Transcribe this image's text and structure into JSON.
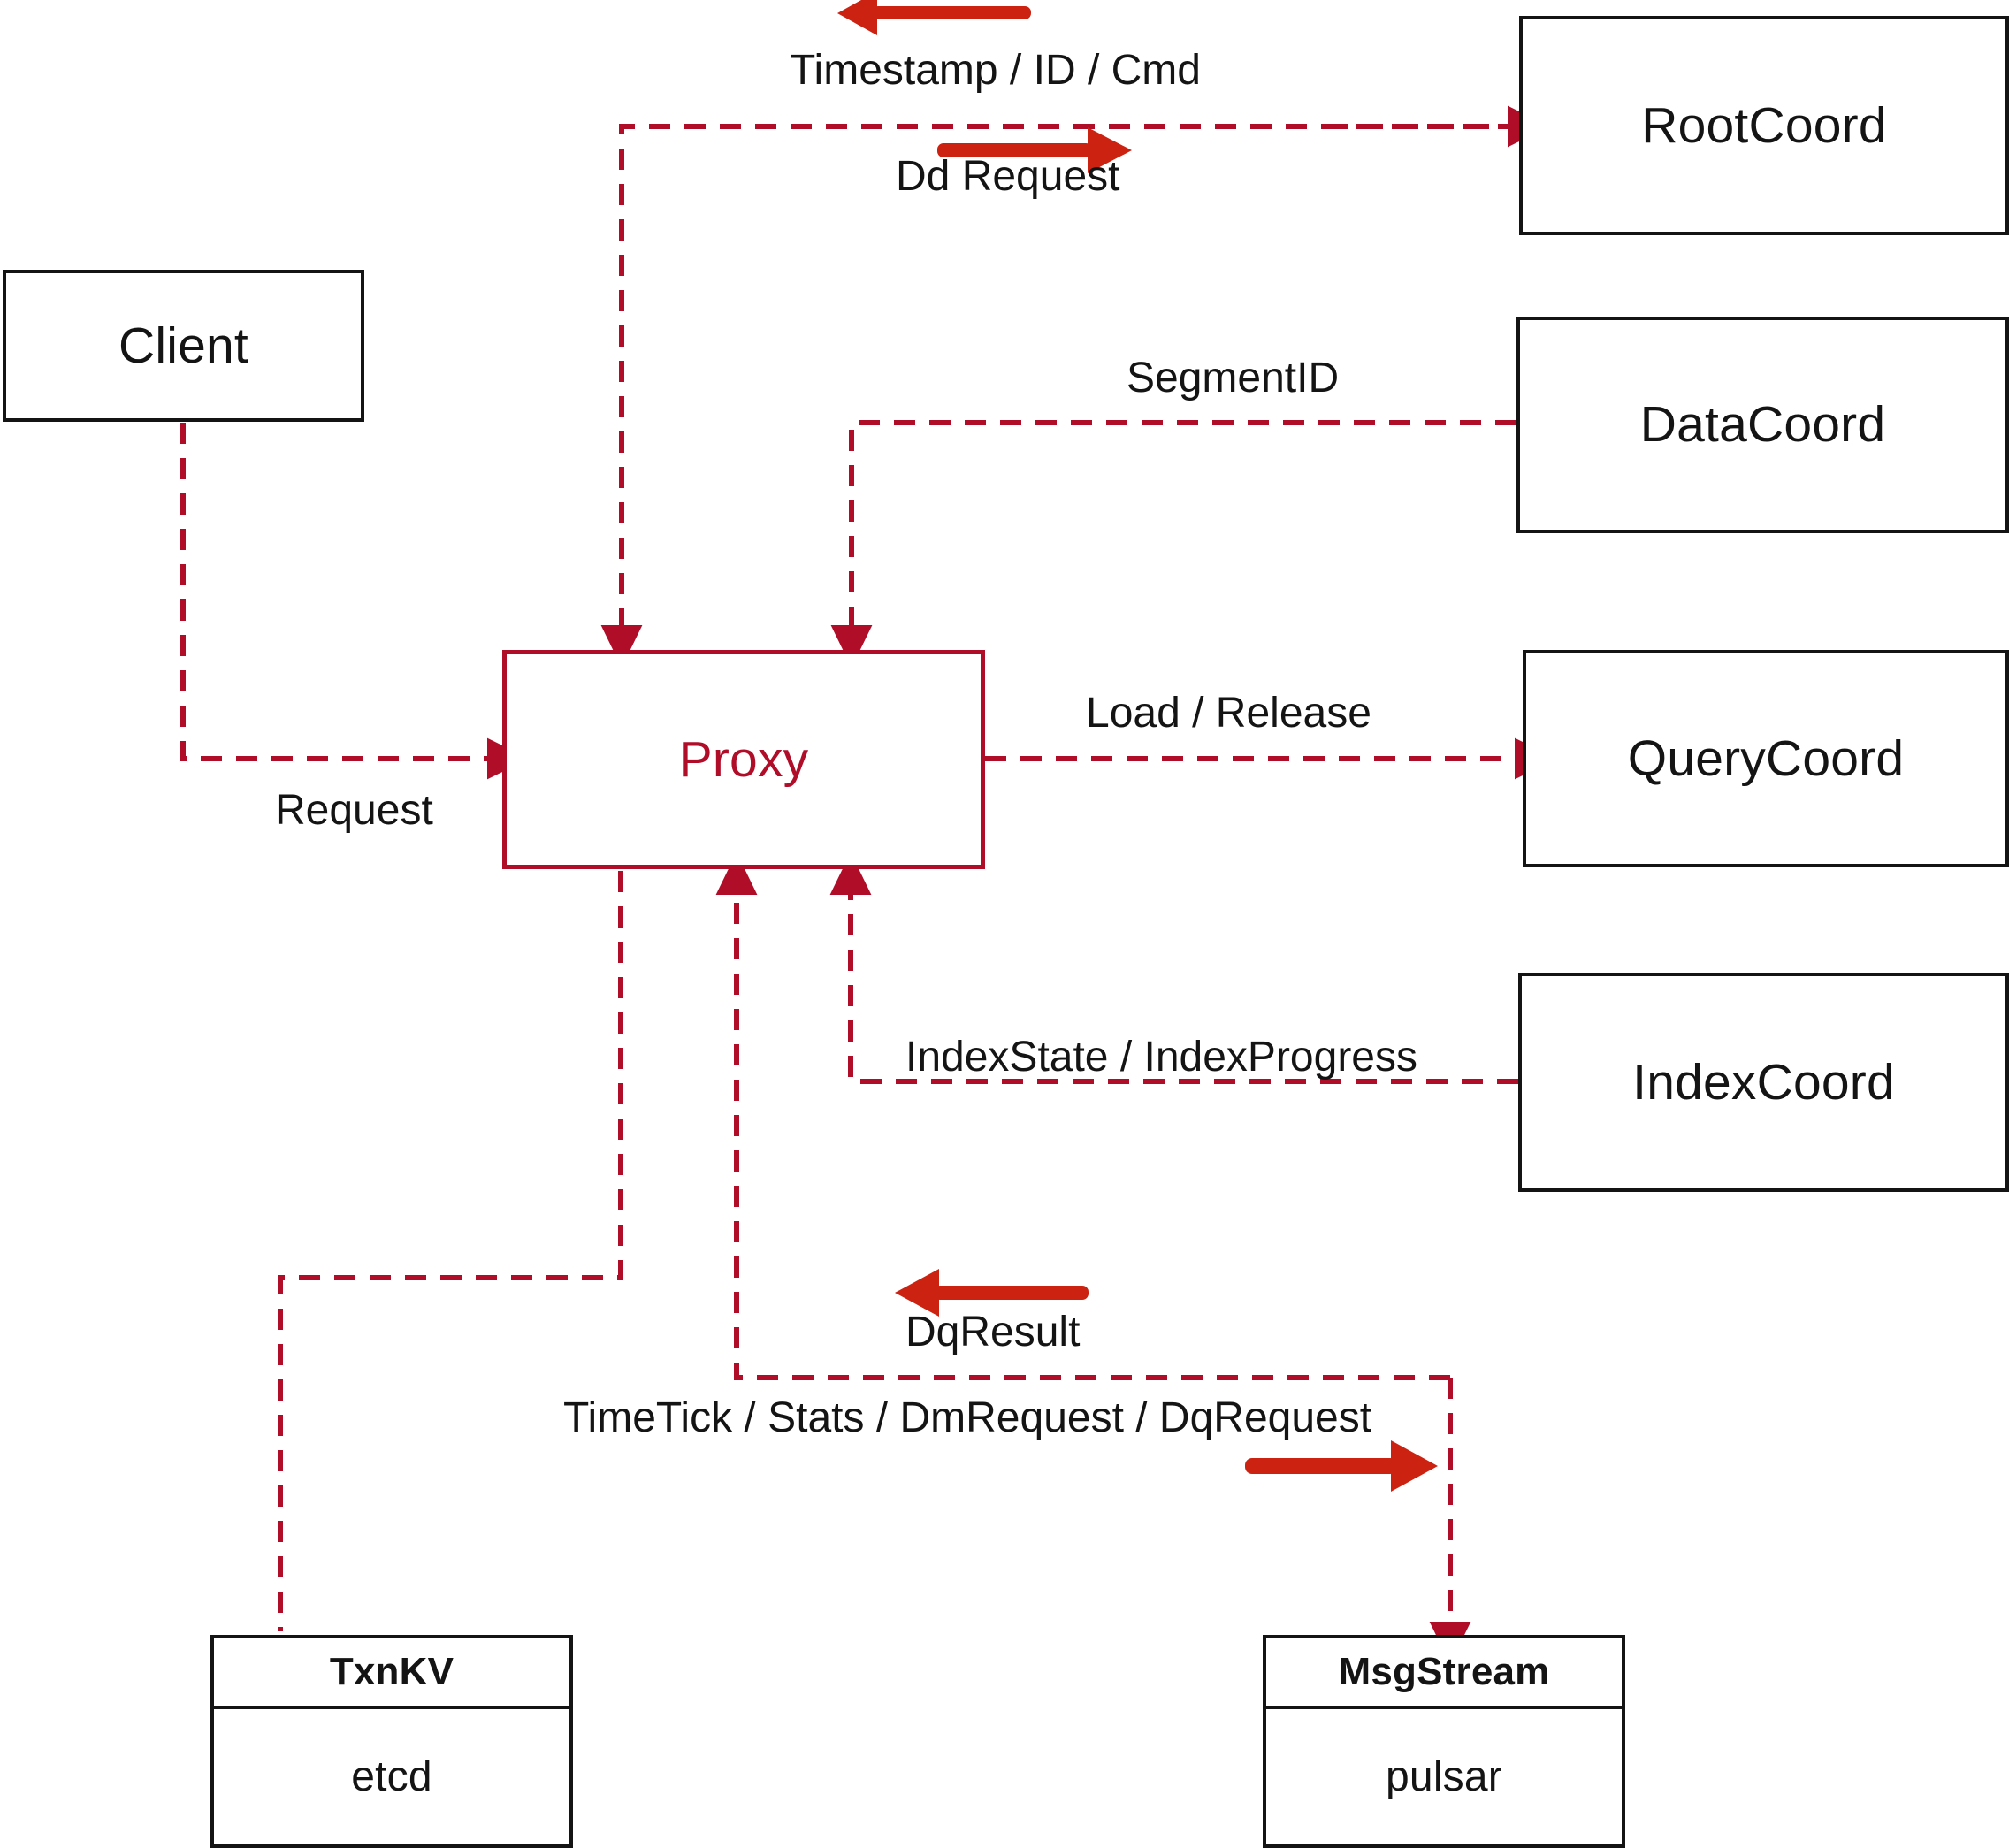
{
  "diagram": {
    "title": "Milvus Proxy interaction diagram",
    "colors": {
      "accent": "#B00D29",
      "annotation_arrow": "#CC2211",
      "node_border": "#141414",
      "background": "#FFFFFF"
    },
    "nodes": [
      {
        "id": "client",
        "label": "Client",
        "style": "plain"
      },
      {
        "id": "proxy",
        "label": "Proxy",
        "style": "accent"
      },
      {
        "id": "rootcoord",
        "label": "RootCoord",
        "style": "plain"
      },
      {
        "id": "datacoord",
        "label": "DataCoord",
        "style": "plain"
      },
      {
        "id": "querycoord",
        "label": "QueryCoord",
        "style": "plain"
      },
      {
        "id": "indexcoord",
        "label": "IndexCoord",
        "style": "plain"
      },
      {
        "id": "txnkv",
        "label": "TxnKV",
        "sublabel": "etcd",
        "style": "split"
      },
      {
        "id": "msgstream",
        "label": "MsgStream",
        "sublabel": "pulsar",
        "style": "split"
      }
    ],
    "edges": [
      {
        "id": "timestamp-id-cmd",
        "label": "Timestamp / ID / Cmd",
        "from": "rootcoord",
        "to": "proxy",
        "direction": "left"
      },
      {
        "id": "dd-request",
        "label": "Dd Request",
        "from": "proxy",
        "to": "rootcoord",
        "direction": "right"
      },
      {
        "id": "segmentid",
        "label": "SegmentID",
        "from": "datacoord",
        "to": "proxy",
        "direction": "left"
      },
      {
        "id": "request",
        "label": "Request",
        "from": "client",
        "to": "proxy",
        "direction": "right"
      },
      {
        "id": "load-release",
        "label": "Load / Release",
        "from": "proxy",
        "to": "querycoord",
        "direction": "right"
      },
      {
        "id": "index-state",
        "label": "IndexState / IndexProgress",
        "from": "indexcoord",
        "to": "proxy",
        "direction": "left"
      },
      {
        "id": "dq-result",
        "label": "DqResult",
        "from": "msgstream",
        "to": "proxy",
        "direction": "left"
      },
      {
        "id": "timetick-stats",
        "label": "TimeTick / Stats / DmRequest / DqRequest",
        "from": "proxy",
        "to": "msgstream",
        "direction": "right"
      },
      {
        "id": "txnkv-link",
        "label": "",
        "from": "proxy",
        "to": "txnkv",
        "direction": "none"
      }
    ]
  }
}
